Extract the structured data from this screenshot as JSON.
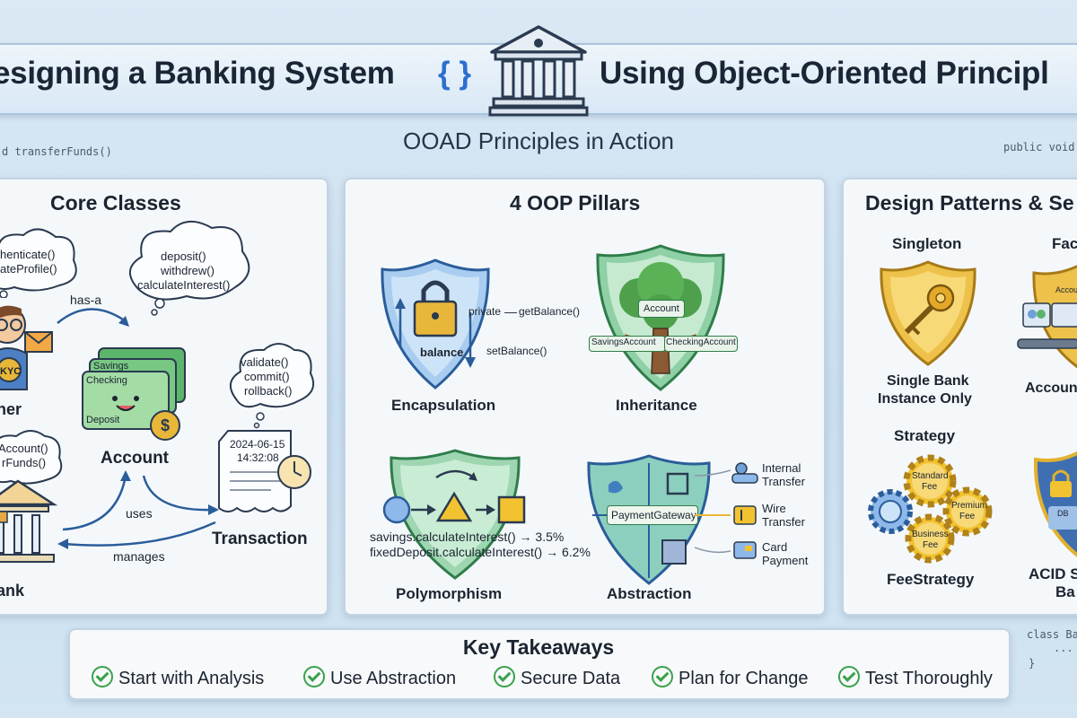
{
  "header": {
    "title_left": "esigning a Banking System",
    "braces": "{ }",
    "title_right": "Using Object-Oriented Principl",
    "subtitle": "OOAD Principles in Action",
    "code_left": "d transferFunds()",
    "code_right": "public void"
  },
  "core_classes": {
    "title": "Core Classes",
    "cloud_customer": [
      "henticate()",
      "ateProfile()"
    ],
    "cloud_account": [
      "deposit()",
      "withdrew()",
      "calculateInterest()"
    ],
    "cloud_transaction": [
      "validate()",
      "commit()",
      "rollback()"
    ],
    "cloud_bank": [
      "Account()",
      "rFunds()"
    ],
    "rel_has_a": "has-a",
    "rel_uses": "uses",
    "rel_manages": "manages",
    "customer_label": "ner",
    "kyc": "KYC",
    "account_label": "Account",
    "card_savings": "Savings",
    "card_checking": "Checking",
    "card_deposit": "Deposit",
    "dollar": "$",
    "transaction_label": "Transaction",
    "receipt_date": "2024-06-15",
    "receipt_time": "14:32:08",
    "bank_label": "ank"
  },
  "pillars": {
    "title": "4 OOP Pillars",
    "encapsulation": "Encapsulation",
    "private": "private",
    "get_balance": "getBalance()",
    "set_balance": "setBalance()",
    "balance": "balance",
    "inheritance": "Inheritance",
    "inh_account": "Account",
    "inh_savings": "SavingsAccount",
    "inh_checking": "CheckingAccount",
    "polymorphism": "Polymorphism",
    "poly_line1": "savings.calculateInterest() → 3.5%",
    "poly_line2": "fixedDeposit.calculateInterest() → 6.2%",
    "abstraction": "Abstraction",
    "payment_gateway": "PaymentGateway",
    "internal_transfer": [
      "Internal",
      "Transfer"
    ],
    "wire_transfer": [
      "Wire",
      "Transfer"
    ],
    "card_payment": [
      "Card",
      "Payment"
    ]
  },
  "patterns": {
    "title": "Design Patterns & Se",
    "singleton": "Singleton",
    "singleton_desc": [
      "Single Bank",
      "Instance Only"
    ],
    "factory": "Fac",
    "factory_desc": "Accoun",
    "factory_tag": "AccountFact",
    "strategy": "Strategy",
    "fee_standard": [
      "Standard",
      "Fee"
    ],
    "fee_premium": [
      "Premium",
      "Fee"
    ],
    "fee_business": [
      "Business",
      "Fee"
    ],
    "fee_strategy": "FeeStrategy",
    "acid": [
      "ACID S",
      "Ba"
    ],
    "db_label": "DB"
  },
  "takeaways": {
    "title": "Key Takeaways",
    "items": [
      "Start with Analysis",
      "Use Abstraction",
      "Secure Data",
      "Plan for Change",
      "Test Thoroughly"
    ]
  },
  "code_bottom": [
    "class Ba",
    "...",
    "}"
  ],
  "colors": {
    "accent_blue": "#2d6fcf",
    "green": "#3aa14a",
    "gold": "#e3b12f",
    "background": "#cfe1f0"
  }
}
